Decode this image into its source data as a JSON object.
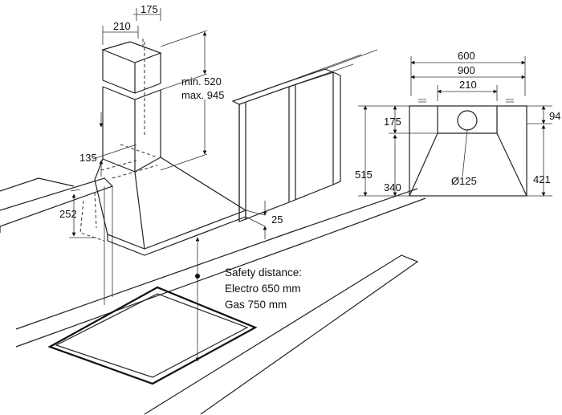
{
  "side_view": {
    "dim_chimney_depth": "175",
    "dim_chimney_width": "210",
    "dim_chimney_min": "min. 520",
    "dim_chimney_max": "max. 945",
    "dim_135": "135",
    "dim_252": "252",
    "dim_25": "25",
    "safety_title": "Safety distance:",
    "safety_electro": "Electro 650 mm",
    "safety_gas": "Gas 750 mm"
  },
  "front_view": {
    "dim_width_600": "600",
    "dim_width_900": "900",
    "dim_210": "210",
    "dim_94": "94",
    "dim_175": "175",
    "dim_515": "515",
    "dim_340": "340",
    "dim_421": "421",
    "dim_outlet": "Ø125"
  }
}
